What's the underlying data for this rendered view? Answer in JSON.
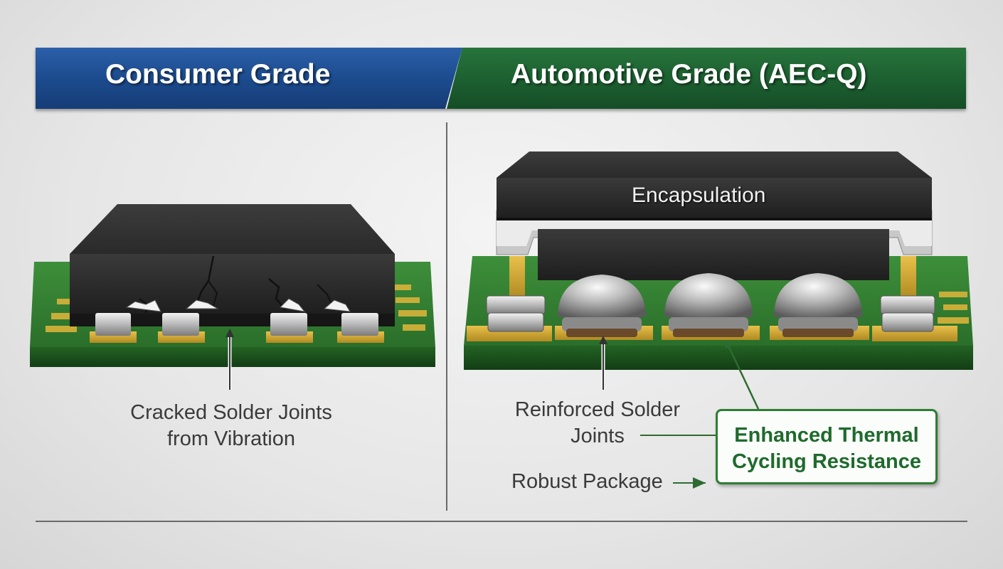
{
  "header": {
    "left_title": "Consumer Grade",
    "right_title": "Automotive Grade (AEC-Q)"
  },
  "consumer": {
    "caption_line1": "Cracked Solder Joints",
    "caption_line2": "from Vibration"
  },
  "automotive": {
    "encapsulation_label": "Encapsulation",
    "solder_label_line1": "Reinforced Solder",
    "solder_label_line2": "Joints",
    "package_label": "Robust Package",
    "callout_line1": "Enhanced Thermal",
    "callout_line2": "Cycling Resistance"
  },
  "colors": {
    "consumer_blue": "#1b4a8c",
    "automotive_green": "#1c5f30",
    "pcb_green": "#2f7d32",
    "callout_green": "#2e7d32"
  }
}
